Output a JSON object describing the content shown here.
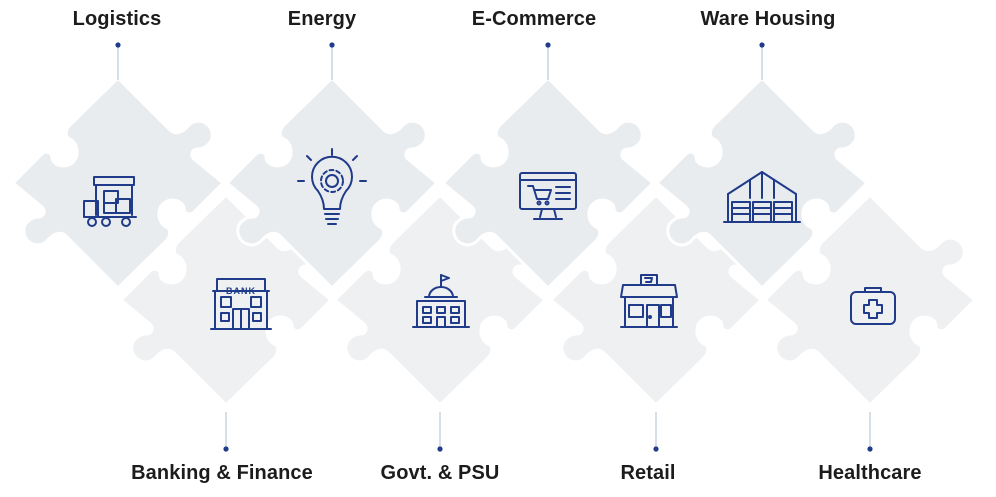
{
  "top_row": [
    {
      "label": "Logistics",
      "icon": "delivery-truck-icon"
    },
    {
      "label": "Energy",
      "icon": "lightbulb-gear-icon"
    },
    {
      "label": "E-Commerce",
      "icon": "shopping-cart-monitor-icon"
    },
    {
      "label": "Ware Housing",
      "icon": "warehouse-icon"
    }
  ],
  "bottom_row": [
    {
      "label": "Banking & Finance",
      "icon": "bank-building-icon",
      "icon_text": "BANK"
    },
    {
      "label": "Govt. & PSU",
      "icon": "government-building-icon"
    },
    {
      "label": "Retail",
      "icon": "retail-store-icon"
    },
    {
      "label": "Healthcare",
      "icon": "medical-kit-icon"
    }
  ],
  "colors": {
    "piece_fill": "#eef0f2",
    "piece_fill_dark": "#e6e9ec",
    "icon_stroke": "#1f3b8a",
    "connector": "#c9d3df",
    "dot": "#1f3b8a",
    "text": "#1c1c1c"
  }
}
